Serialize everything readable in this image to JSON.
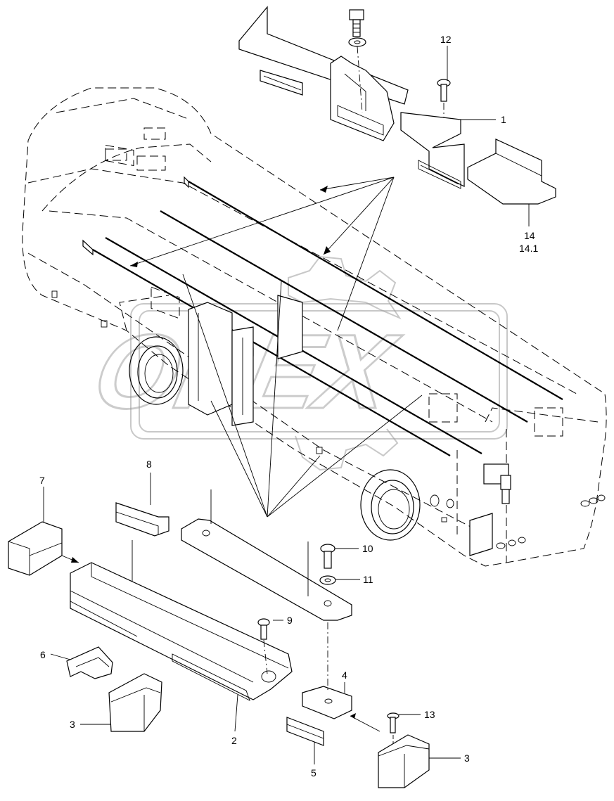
{
  "diagram": {
    "callouts": [
      {
        "id": "c1",
        "label": "1"
      },
      {
        "id": "c2",
        "label": "2"
      },
      {
        "id": "c3a",
        "label": "3"
      },
      {
        "id": "c3b",
        "label": "3"
      },
      {
        "id": "c4",
        "label": "4"
      },
      {
        "id": "c5",
        "label": "5"
      },
      {
        "id": "c6",
        "label": "6"
      },
      {
        "id": "c7",
        "label": "7"
      },
      {
        "id": "c8",
        "label": "8"
      },
      {
        "id": "c9",
        "label": "9"
      },
      {
        "id": "c10",
        "label": "10"
      },
      {
        "id": "c11",
        "label": "11"
      },
      {
        "id": "c12",
        "label": "12"
      },
      {
        "id": "c13",
        "label": "13"
      },
      {
        "id": "c14",
        "label": "14"
      },
      {
        "id": "c14_1",
        "label": "14.1"
      }
    ],
    "watermark": "OPEX"
  }
}
